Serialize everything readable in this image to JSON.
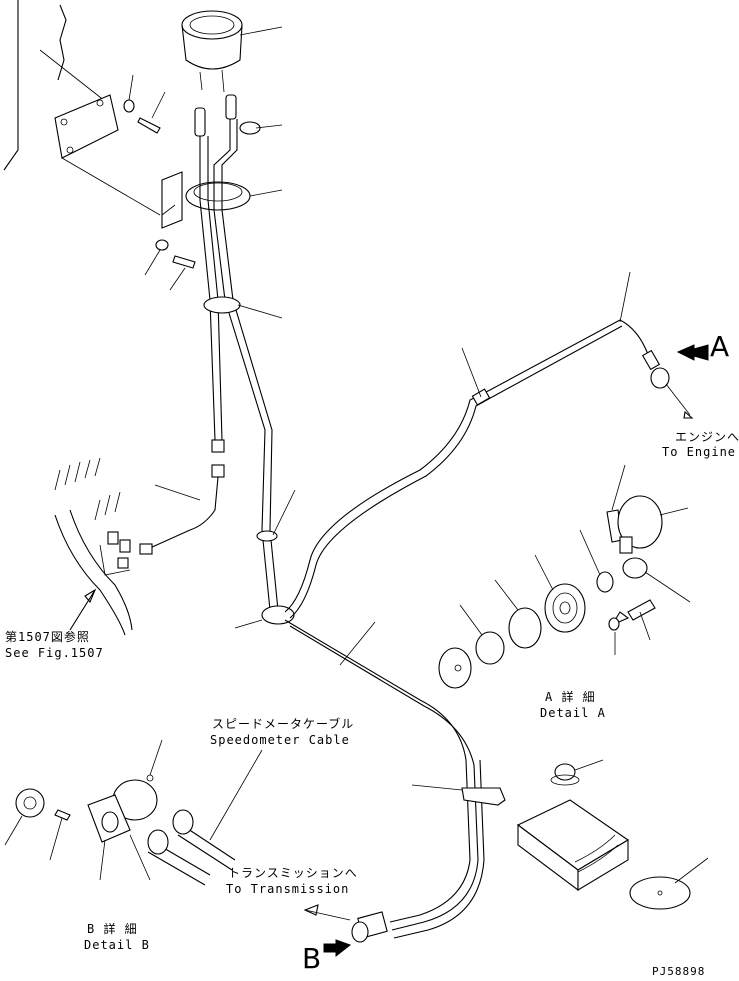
{
  "labels": {
    "view_a": "A",
    "view_b": "B",
    "to_engine_jp": "エンジンへ",
    "to_engine_en": "To Engine",
    "see_fig_jp": "第1507図参照",
    "see_fig_en": "See Fig.1507",
    "detail_a_jp": "A 詳 細",
    "detail_a_en": "Detail A",
    "speedometer_cable_jp": "スピードメータケーブル",
    "speedometer_cable_en": "Speedometer Cable",
    "to_transmission_jp": "トランスミッションへ",
    "to_transmission_en": "To Transmission",
    "detail_b_jp": "B 詳 細",
    "detail_b_en": "Detail B",
    "drawing_number": "PJ58898"
  }
}
